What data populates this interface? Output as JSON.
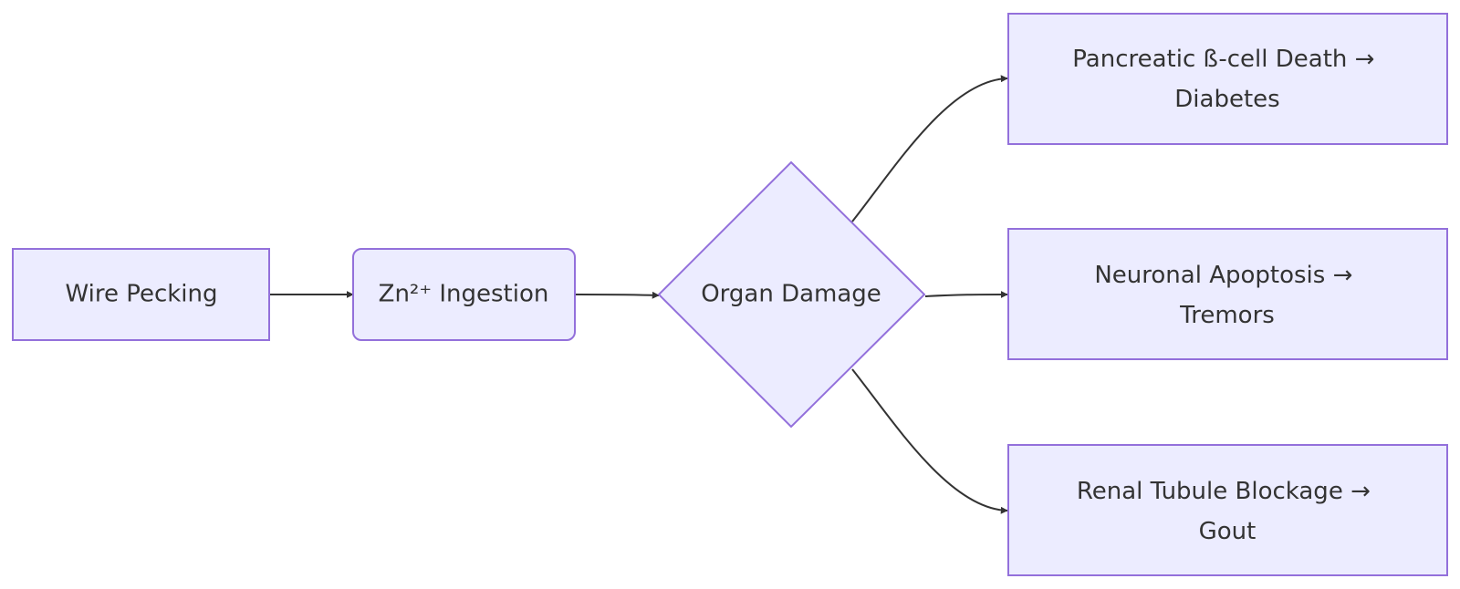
{
  "diagram": {
    "type": "flowchart",
    "direction": "left-to-right",
    "colors": {
      "node_fill": "#ECECFF",
      "node_stroke": "#9370DB",
      "edge": "#333333",
      "text": "#333333",
      "background": "#FFFFFF"
    },
    "nodes": {
      "wire_pecking": {
        "label": "Wire Pecking",
        "shape": "rectangle"
      },
      "zn_ingestion": {
        "label": "Zn²⁺ Ingestion",
        "shape": "rounded-rectangle"
      },
      "organ_damage": {
        "label": "Organ Damage",
        "shape": "diamond"
      },
      "pancreatic": {
        "label_lines": [
          "Pancreatic ß-cell Death →",
          "Diabetes"
        ],
        "shape": "rectangle"
      },
      "neuronal": {
        "label_lines": [
          "Neuronal Apoptosis →",
          "Tremors"
        ],
        "shape": "rectangle"
      },
      "renal": {
        "label_lines": [
          "Renal Tubule Blockage →",
          "Gout"
        ],
        "shape": "rectangle"
      }
    },
    "edges": [
      {
        "from": "Wire Pecking",
        "to": "Zn²⁺ Ingestion"
      },
      {
        "from": "Zn²⁺ Ingestion",
        "to": "Organ Damage"
      },
      {
        "from": "Organ Damage",
        "to": "Pancreatic ß-cell Death → Diabetes"
      },
      {
        "from": "Organ Damage",
        "to": "Neuronal Apoptosis → Tremors"
      },
      {
        "from": "Organ Damage",
        "to": "Renal Tubule Blockage → Gout"
      }
    ]
  }
}
